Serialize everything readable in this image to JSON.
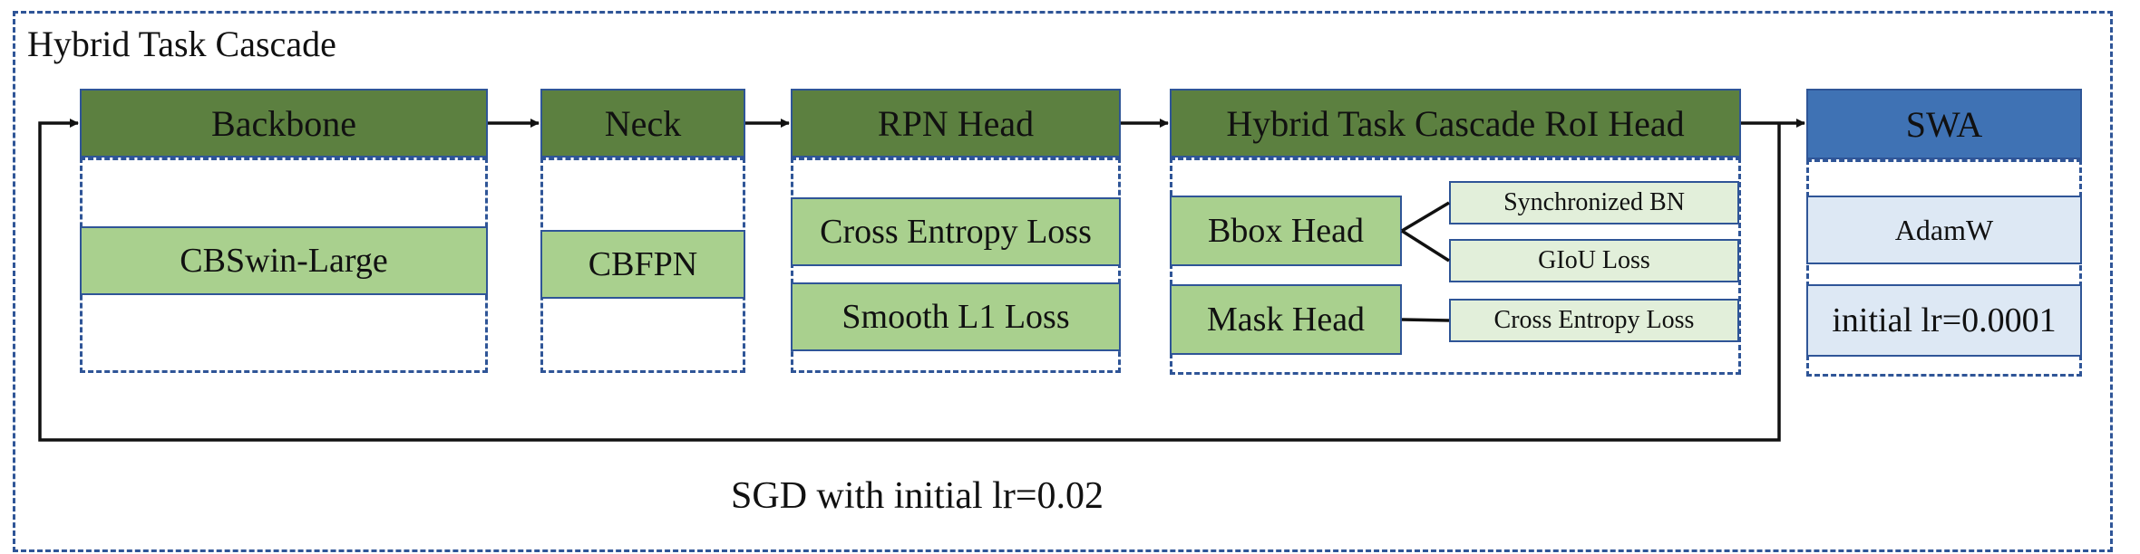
{
  "title": "Hybrid Task Cascade",
  "stages": {
    "backbone": {
      "header": "Backbone",
      "component": "CBSwin-Large"
    },
    "neck": {
      "header": "Neck",
      "component": "CBFPN"
    },
    "rpn": {
      "header": "RPN Head",
      "losses": [
        "Cross Entropy Loss",
        "Smooth L1 Loss"
      ]
    },
    "roi": {
      "header": "Hybrid Task Cascade RoI Head",
      "bbox_head": "Bbox Head",
      "bbox_subs": [
        "Synchronized BN",
        "GIoU Loss"
      ],
      "mask_head": "Mask Head",
      "mask_subs": [
        "Cross Entropy Loss"
      ]
    },
    "swa": {
      "header": "SWA",
      "optimizer": "AdamW",
      "lr": "initial lr=0.0001"
    }
  },
  "caption": "SGD with initial lr=0.02",
  "colors": {
    "header_green": "#5c8040",
    "header_blue": "#3f72b4",
    "component": "#a9d08e",
    "sub": "#e2efda",
    "swa_box": "#dde8f4",
    "border": "#2f5597"
  }
}
